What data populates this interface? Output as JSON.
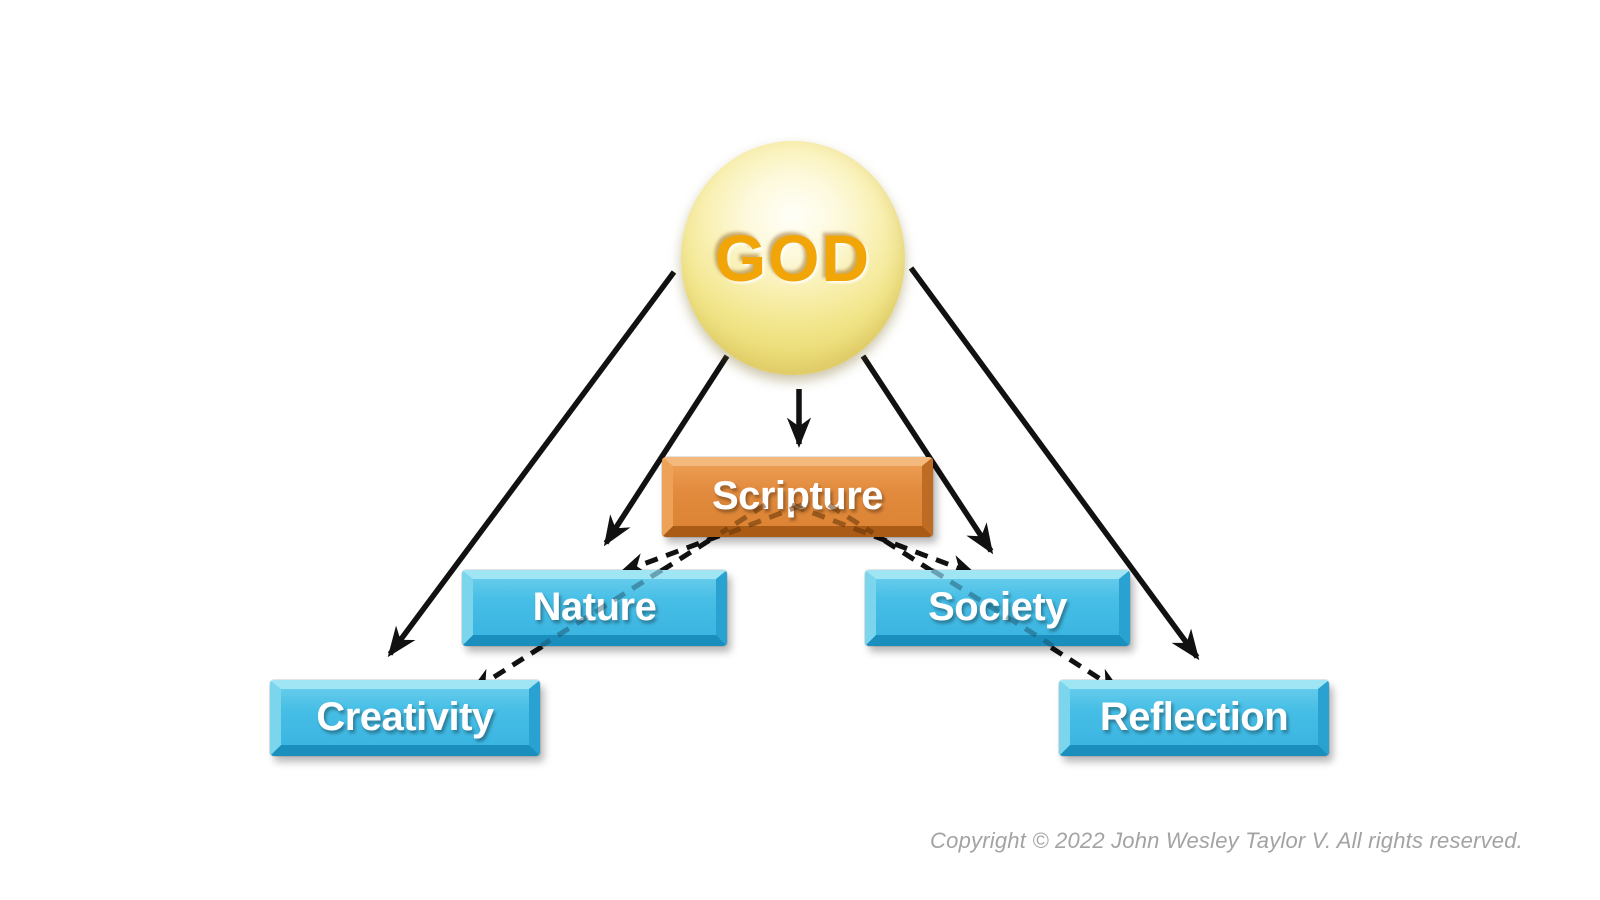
{
  "page": {
    "background_color": "#FFFFFF",
    "arrow_color": "#111111"
  },
  "diagram": {
    "title_node": "god",
    "nodes": {
      "god": {
        "label": "GOD",
        "shape": "circle",
        "fill": "#F6ECA0",
        "text_color": "#F2A506"
      },
      "scripture": {
        "label": "Scripture",
        "shape": "rectangle",
        "fill": "#E0873A",
        "text_color": "#FFFFFF"
      },
      "nature": {
        "label": "Nature",
        "shape": "rectangle",
        "fill": "#3FB9E2",
        "text_color": "#FFFFFF"
      },
      "society": {
        "label": "Society",
        "shape": "rectangle",
        "fill": "#3FB9E2",
        "text_color": "#FFFFFF"
      },
      "creativity": {
        "label": "Creativity",
        "shape": "rectangle",
        "fill": "#3FB9E2",
        "text_color": "#FFFFFF"
      },
      "reflection": {
        "label": "Reflection",
        "shape": "rectangle",
        "fill": "#3FB9E2",
        "text_color": "#FFFFFF"
      }
    },
    "edges": [
      {
        "from": "GOD",
        "to": "Scripture",
        "style": "solid-arrow"
      },
      {
        "from": "GOD",
        "to": "Nature",
        "style": "solid-arrow"
      },
      {
        "from": "GOD",
        "to": "Society",
        "style": "solid-arrow"
      },
      {
        "from": "GOD",
        "to": "Creativity",
        "style": "solid-arrow"
      },
      {
        "from": "GOD",
        "to": "Reflection",
        "style": "solid-arrow"
      },
      {
        "from": "Scripture",
        "to": "Nature",
        "style": "dashed-arrow"
      },
      {
        "from": "Scripture",
        "to": "Society",
        "style": "dashed-arrow"
      },
      {
        "from": "Scripture",
        "to": "Creativity",
        "style": "dashed-arrow",
        "note": "passes behind Nature box"
      },
      {
        "from": "Scripture",
        "to": "Reflection",
        "style": "dashed-arrow",
        "note": "passes behind Society box"
      }
    ]
  },
  "footer": {
    "copyright": "Copyright © 2022 John Wesley Taylor V. All rights reserved."
  }
}
